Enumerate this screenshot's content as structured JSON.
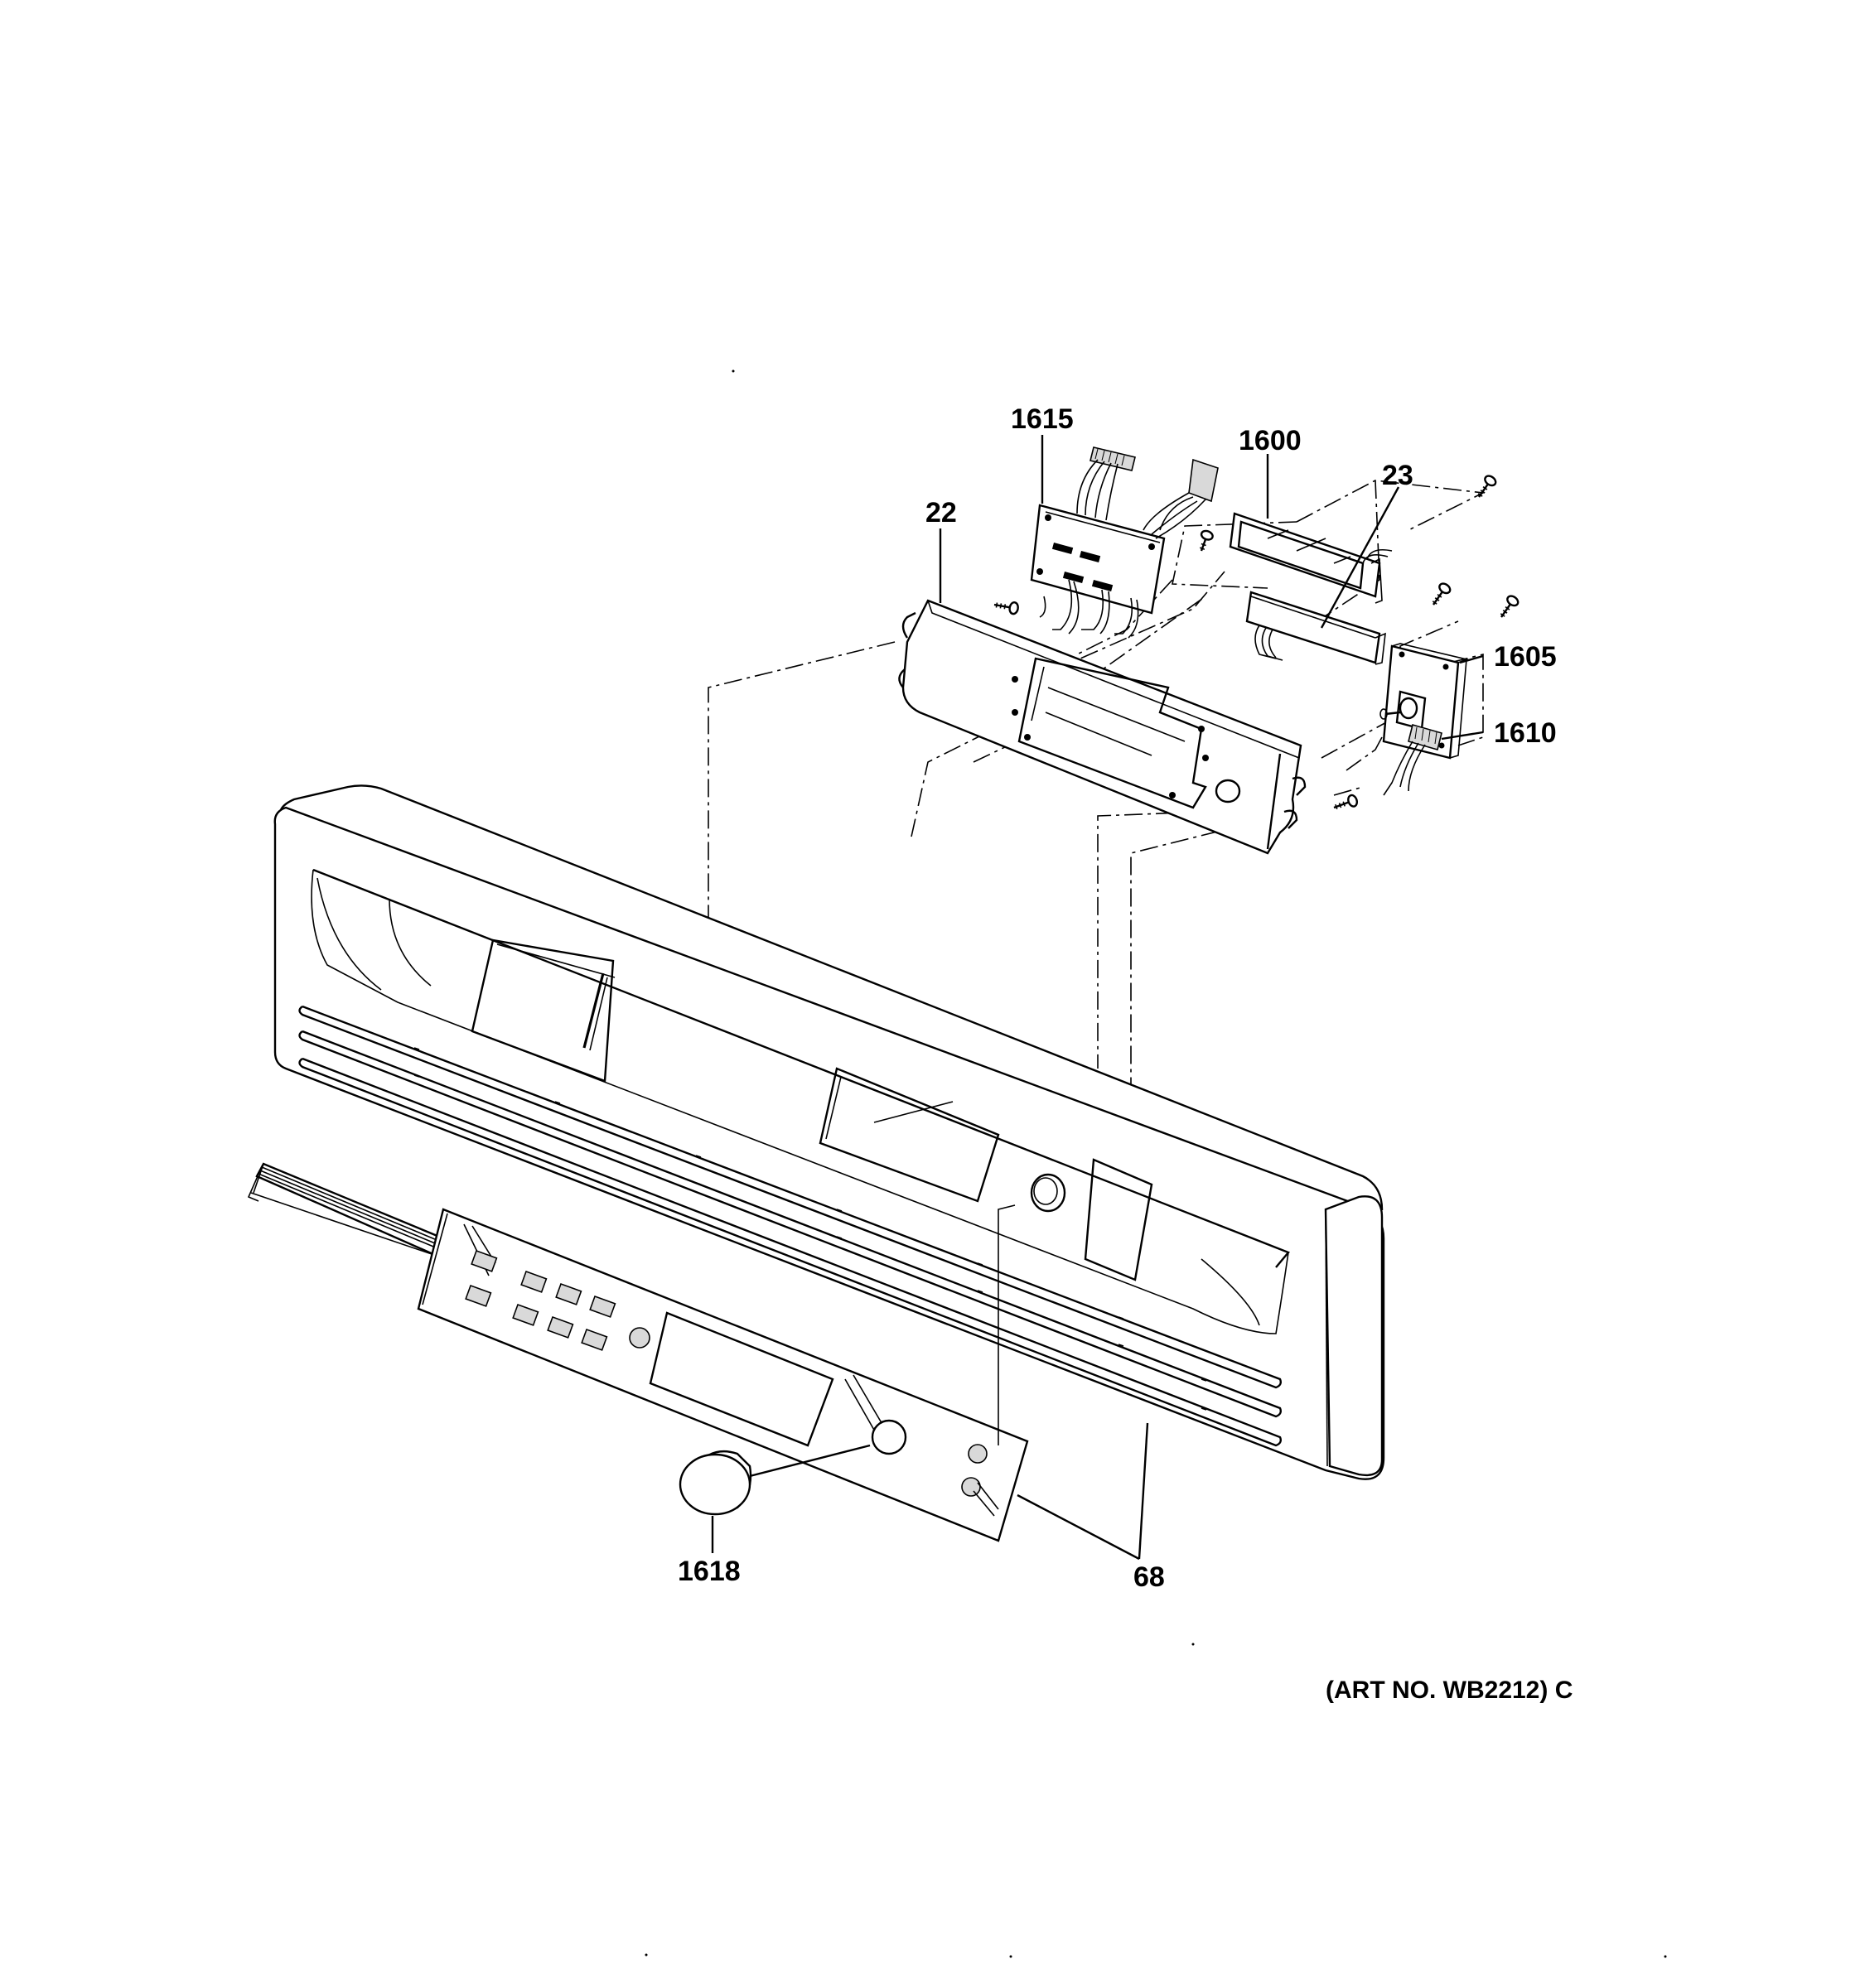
{
  "labels": {
    "c1615": "1615",
    "c1600": "1600",
    "c23": "23",
    "c22": "22",
    "c1605": "1605",
    "c1610": "1610",
    "c1618": "1618",
    "c68": "68"
  },
  "footer": {
    "art_no": "(ART NO. WB2212) C"
  }
}
